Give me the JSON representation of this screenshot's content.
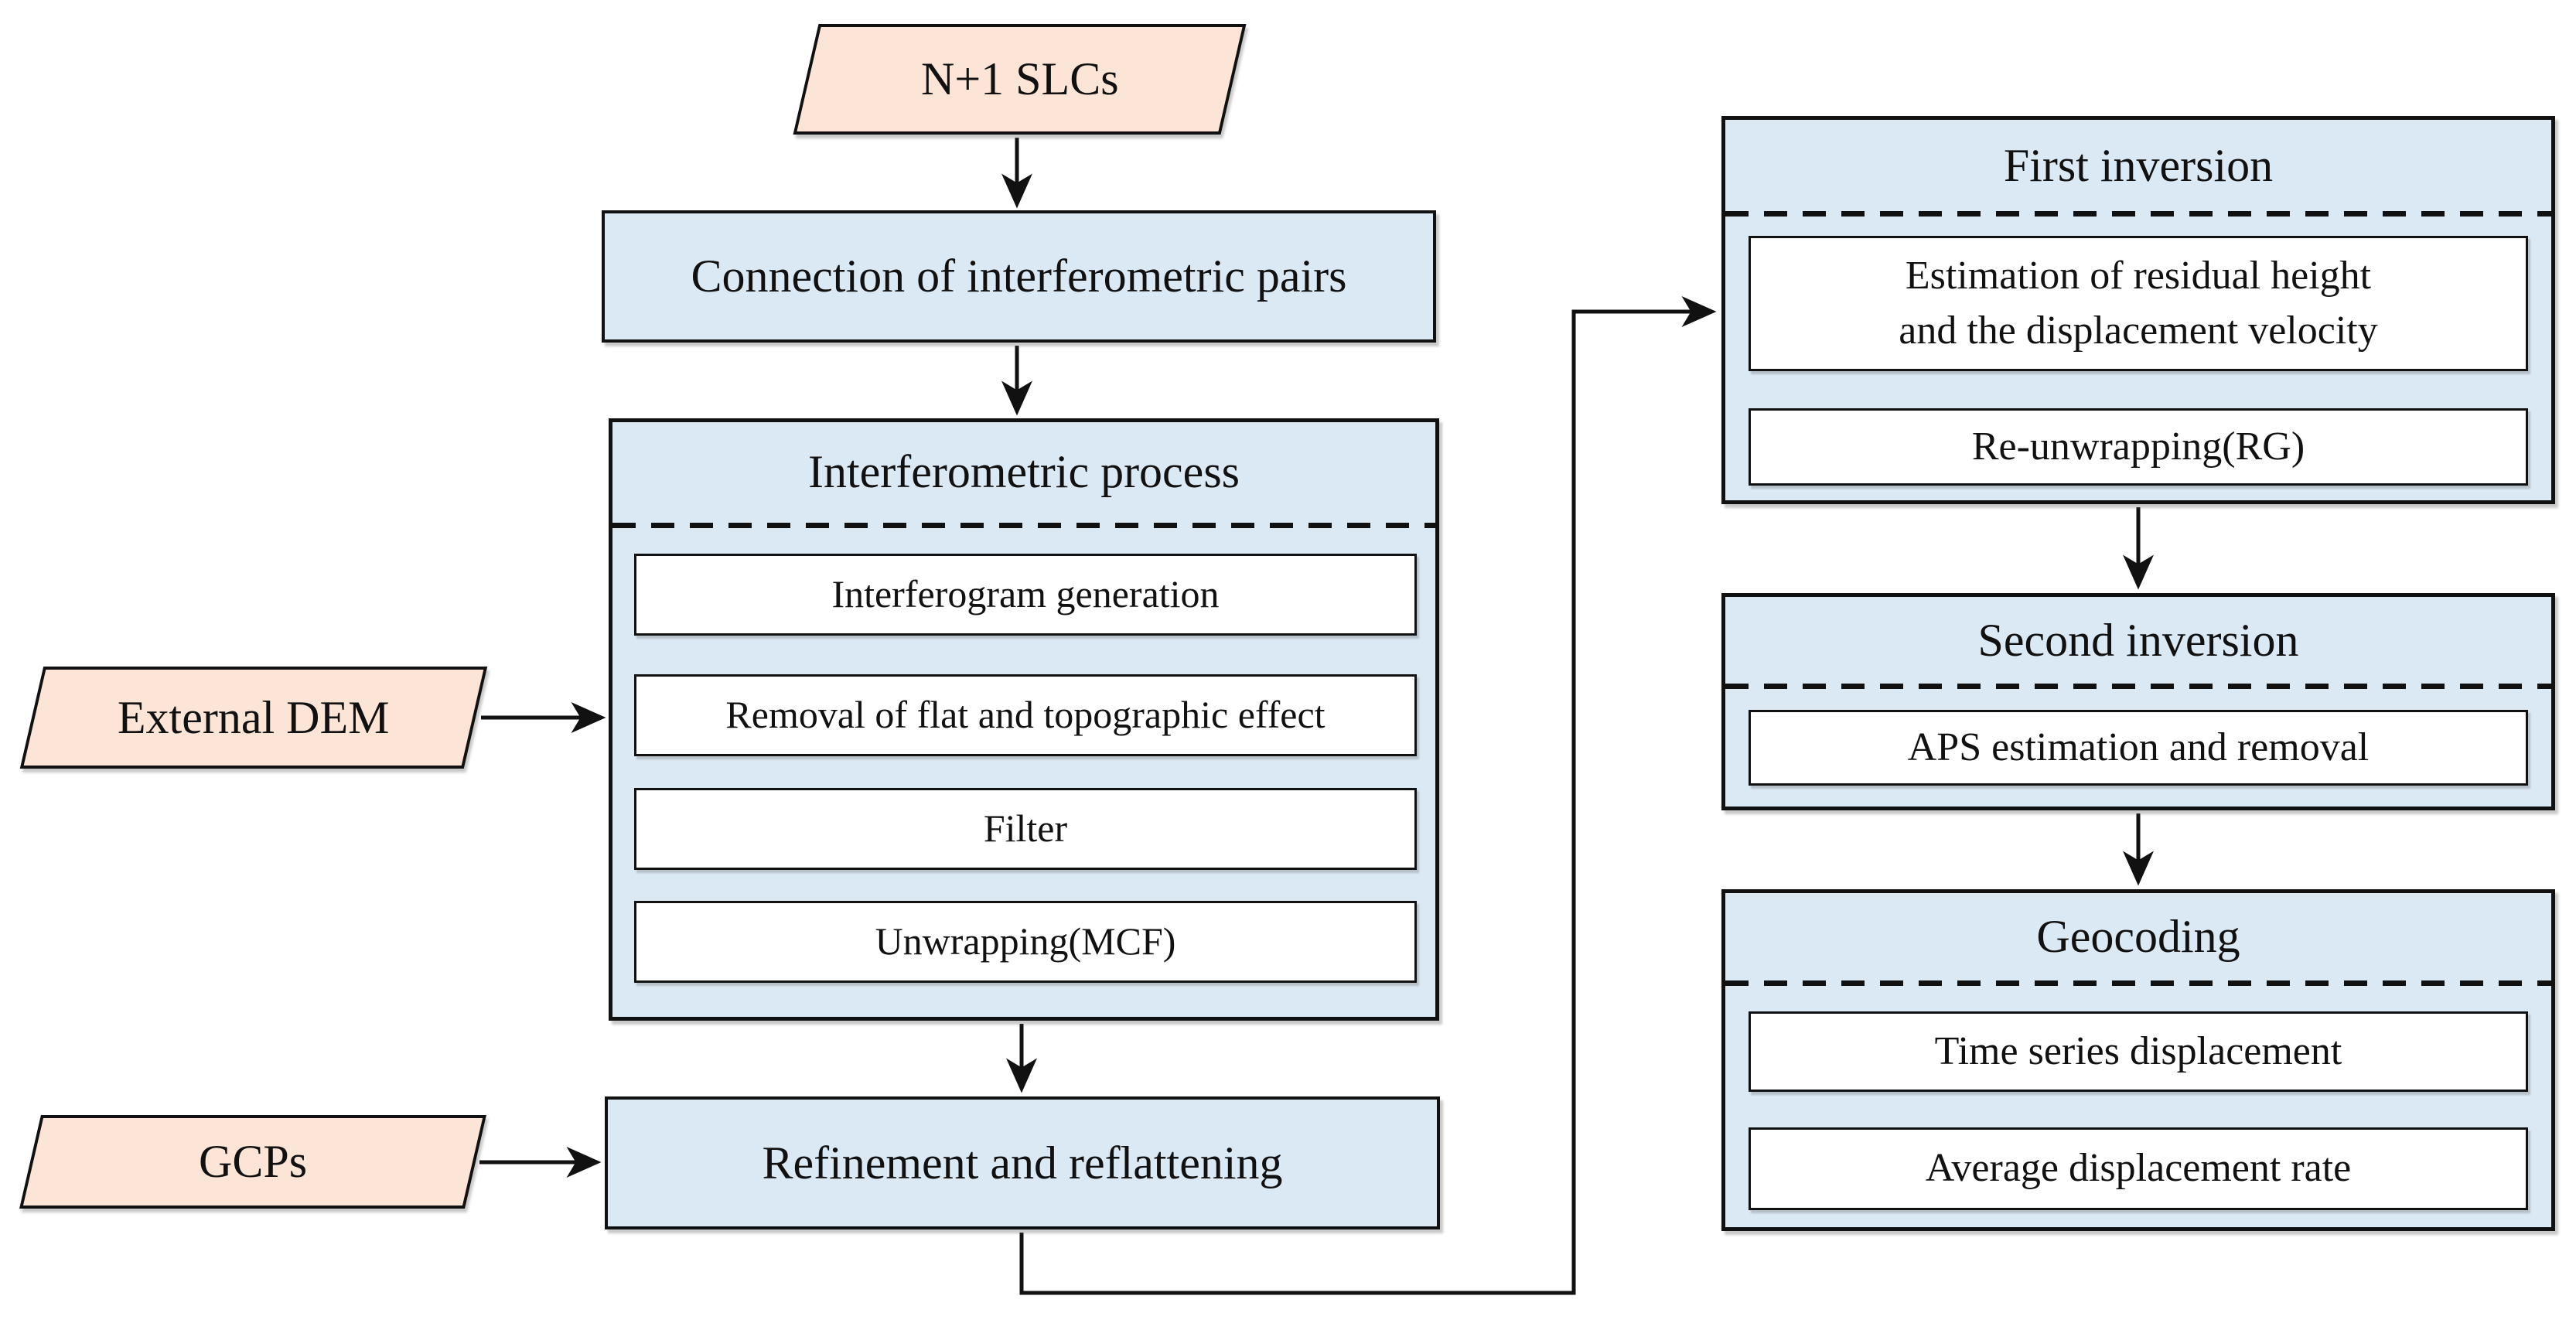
{
  "colors": {
    "process_fill": "#dbe9f5",
    "input_fill": "#fce4d6",
    "box_fill": "#ffffff",
    "border": "#111111"
  },
  "nodes": {
    "slcs": {
      "label": "N+1 SLCs"
    },
    "connection": {
      "label": "Connection of interferometric pairs"
    },
    "interferometric_process": {
      "title": "Interferometric process",
      "steps": [
        "Interferogram generation",
        "Removal of flat and topographic effect",
        "Filter",
        "Unwrapping(MCF)"
      ]
    },
    "external_dem": {
      "label": "External DEM"
    },
    "gcps": {
      "label": "GCPs"
    },
    "refinement": {
      "label": "Refinement and reflattening"
    },
    "first_inversion": {
      "title": "First inversion",
      "step_estimation": {
        "line1": "Estimation of residual height",
        "line2": "and the displacement velocity"
      },
      "step_reunwrapping": "Re-unwrapping(RG)"
    },
    "second_inversion": {
      "title": "Second inversion",
      "steps": [
        "APS estimation and removal"
      ]
    },
    "geocoding": {
      "title": "Geocoding",
      "steps": [
        "Time series displacement",
        "Average displacement rate"
      ]
    }
  }
}
